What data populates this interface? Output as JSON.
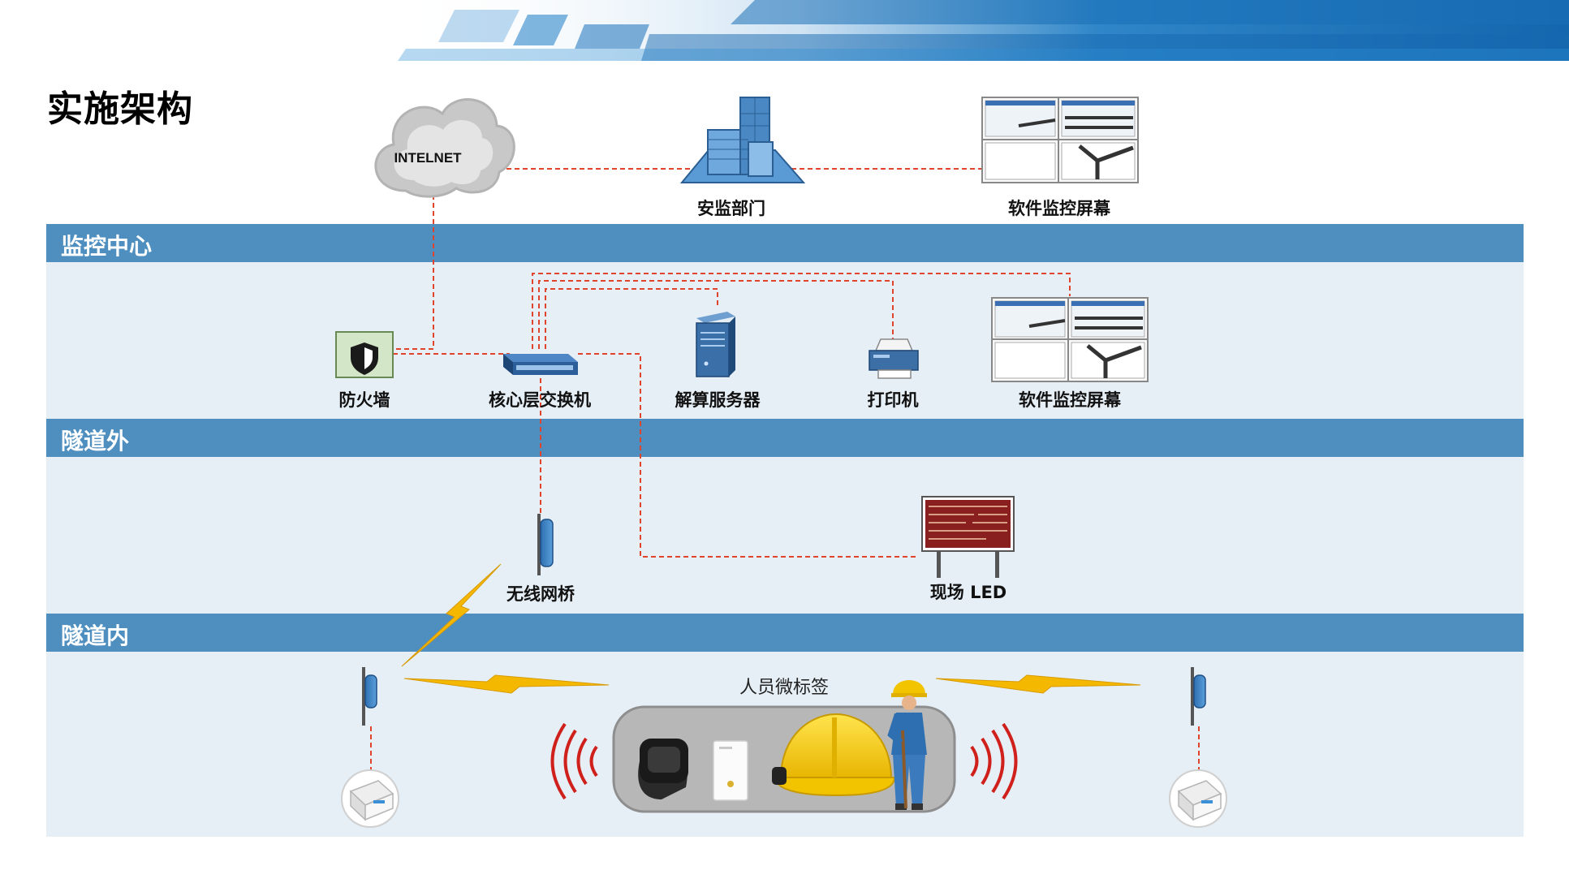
{
  "page_title": "实施架构",
  "bands": {
    "monitoring_center": "监控中心",
    "outside_tunnel": "隧道外",
    "inside_tunnel": "隧道内"
  },
  "cloud_text": "INTELNET",
  "nodes": {
    "safety_dept": "安监部门",
    "monitor_screen_top": "软件监控屏幕",
    "firewall": "防火墙",
    "core_switch": "核心层交换机",
    "server": "解算服务器",
    "printer": "打印机",
    "monitor_screen": "软件监控屏幕",
    "wireless_bridge": "无线网桥",
    "led": "现场 LED",
    "personnel_tag": "人员微标签"
  },
  "colors": {
    "band_header": "#4f8fc0",
    "band_body": "#e6eff6",
    "link_line": "#e0442c",
    "lightning": "#f5b800"
  }
}
